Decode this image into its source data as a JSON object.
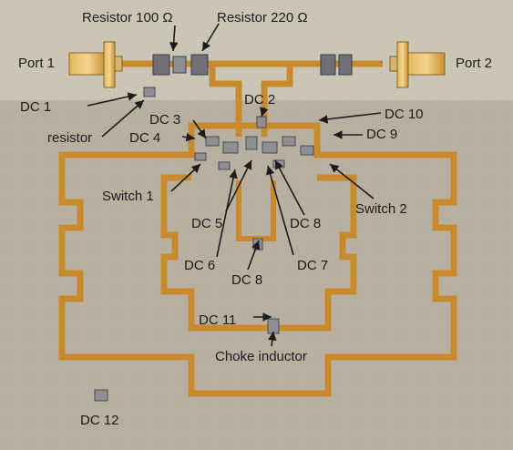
{
  "colors": {
    "board_bg": "#b9b2a2",
    "board_upper": "#c9c3b4",
    "trace_gold": "#c88a2c",
    "trace_inner": "#e6c27a",
    "grid_line": "#aaa395",
    "label_text": "#1c1c1c",
    "arrow": "#1c1c1c"
  },
  "labels": {
    "port1": "Port 1",
    "port2": "Port 2",
    "resistor_100": "Resistor 100 Ω",
    "resistor_220": "Resistor 220 Ω",
    "dc1": "DC 1",
    "resistor": "resistor",
    "dc2": "DC 2",
    "dc3": "DC 3",
    "dc4": "DC 4",
    "dc10": "DC 10",
    "dc9": "DC 9",
    "switch1": "Switch 1",
    "switch2": "Switch 2",
    "dc5": "DC 5",
    "dc8_right": "DC 8",
    "dc6": "DC 6",
    "dc8_bottom": "DC 8",
    "dc7": "DC 7",
    "dc11": "DC 11",
    "choke": "Choke inductor",
    "dc12": "DC 12"
  },
  "icons": {
    "port1_connector": "sma-connector-icon",
    "port2_connector": "sma-connector-icon"
  }
}
